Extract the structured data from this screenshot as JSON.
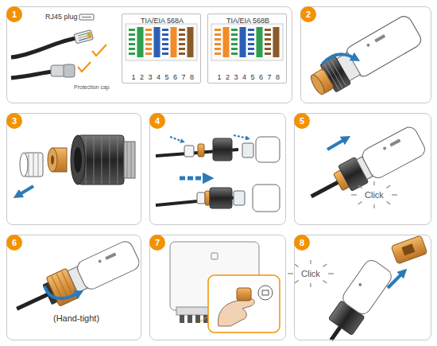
{
  "diagram": {
    "nodes": [
      {
        "text": [
          "1",
          "RJ45 plug",
          "Protection cap"
        ]
      },
      {
        "text": [
          "TIA/EIA 568A",
          "12345678"
        ],
        "in": 0
      },
      {
        "text": [
          "TIA/EIA 568B",
          "12345678"
        ],
        "in": 0
      },
      {
        "text": [
          "2"
        ]
      },
      {
        "text": [
          "3"
        ]
      },
      {
        "text": [
          "4"
        ]
      },
      {
        "text": [
          "5",
          "Click"
        ]
      },
      {
        "text": [
          "6",
          "(Hand-tight)"
        ]
      },
      {
        "text": [
          "7"
        ]
      },
      {
        "text": [
          "8",
          "Click"
        ]
      }
    ]
  }
}
